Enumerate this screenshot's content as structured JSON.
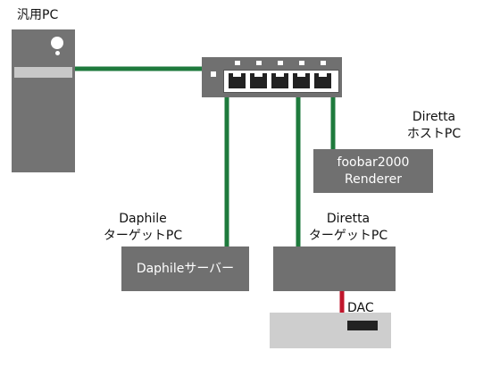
{
  "colors": {
    "cable": "#1e7a3c",
    "usb_cable": "#c0162c",
    "device": "#707070",
    "dac_body": "#cecece"
  },
  "labels": {
    "general_pc": "汎用PC",
    "diretta_host_line1": "Diretta",
    "diretta_host_line2": "ホストPC",
    "daphile_target_line1": "Daphile",
    "daphile_target_line2": "ターゲットPC",
    "diretta_target_line1": "Diretta",
    "diretta_target_line2": "ターゲットPC",
    "dac": "DAC"
  },
  "boxes": {
    "foobar_line1": "foobar2000",
    "foobar_line2": "Renderer",
    "daphile_server": "Daphileサーバー"
  },
  "icons": {
    "pc_tower": "desktop-tower-icon",
    "network_switch": "ethernet-switch-icon",
    "dac_device": "dac-device-icon"
  }
}
